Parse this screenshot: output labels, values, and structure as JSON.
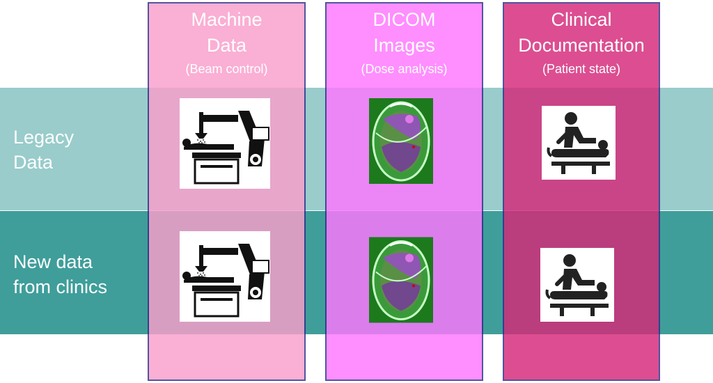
{
  "columns": [
    {
      "title": "Machine\nData",
      "subtitle": "(Beam control)",
      "color": "#fa9ecb"
    },
    {
      "title": "DICOM\nImages",
      "subtitle": "(Dose analysis)",
      "color": "#ff76ff"
    },
    {
      "title": "Clinical\nDocumentation",
      "subtitle": "(Patient state)",
      "color": "#d52879"
    }
  ],
  "rows": [
    {
      "label": "Legacy\nData",
      "color": "#99cccb"
    },
    {
      "label": "New data\nfrom clinics",
      "color": "#3f9e9a"
    }
  ],
  "icons": {
    "machine": "radiotherapy-machine-icon",
    "dicom": "brain-ct-scan-image",
    "clinical": "patient-on-bed-icon"
  }
}
